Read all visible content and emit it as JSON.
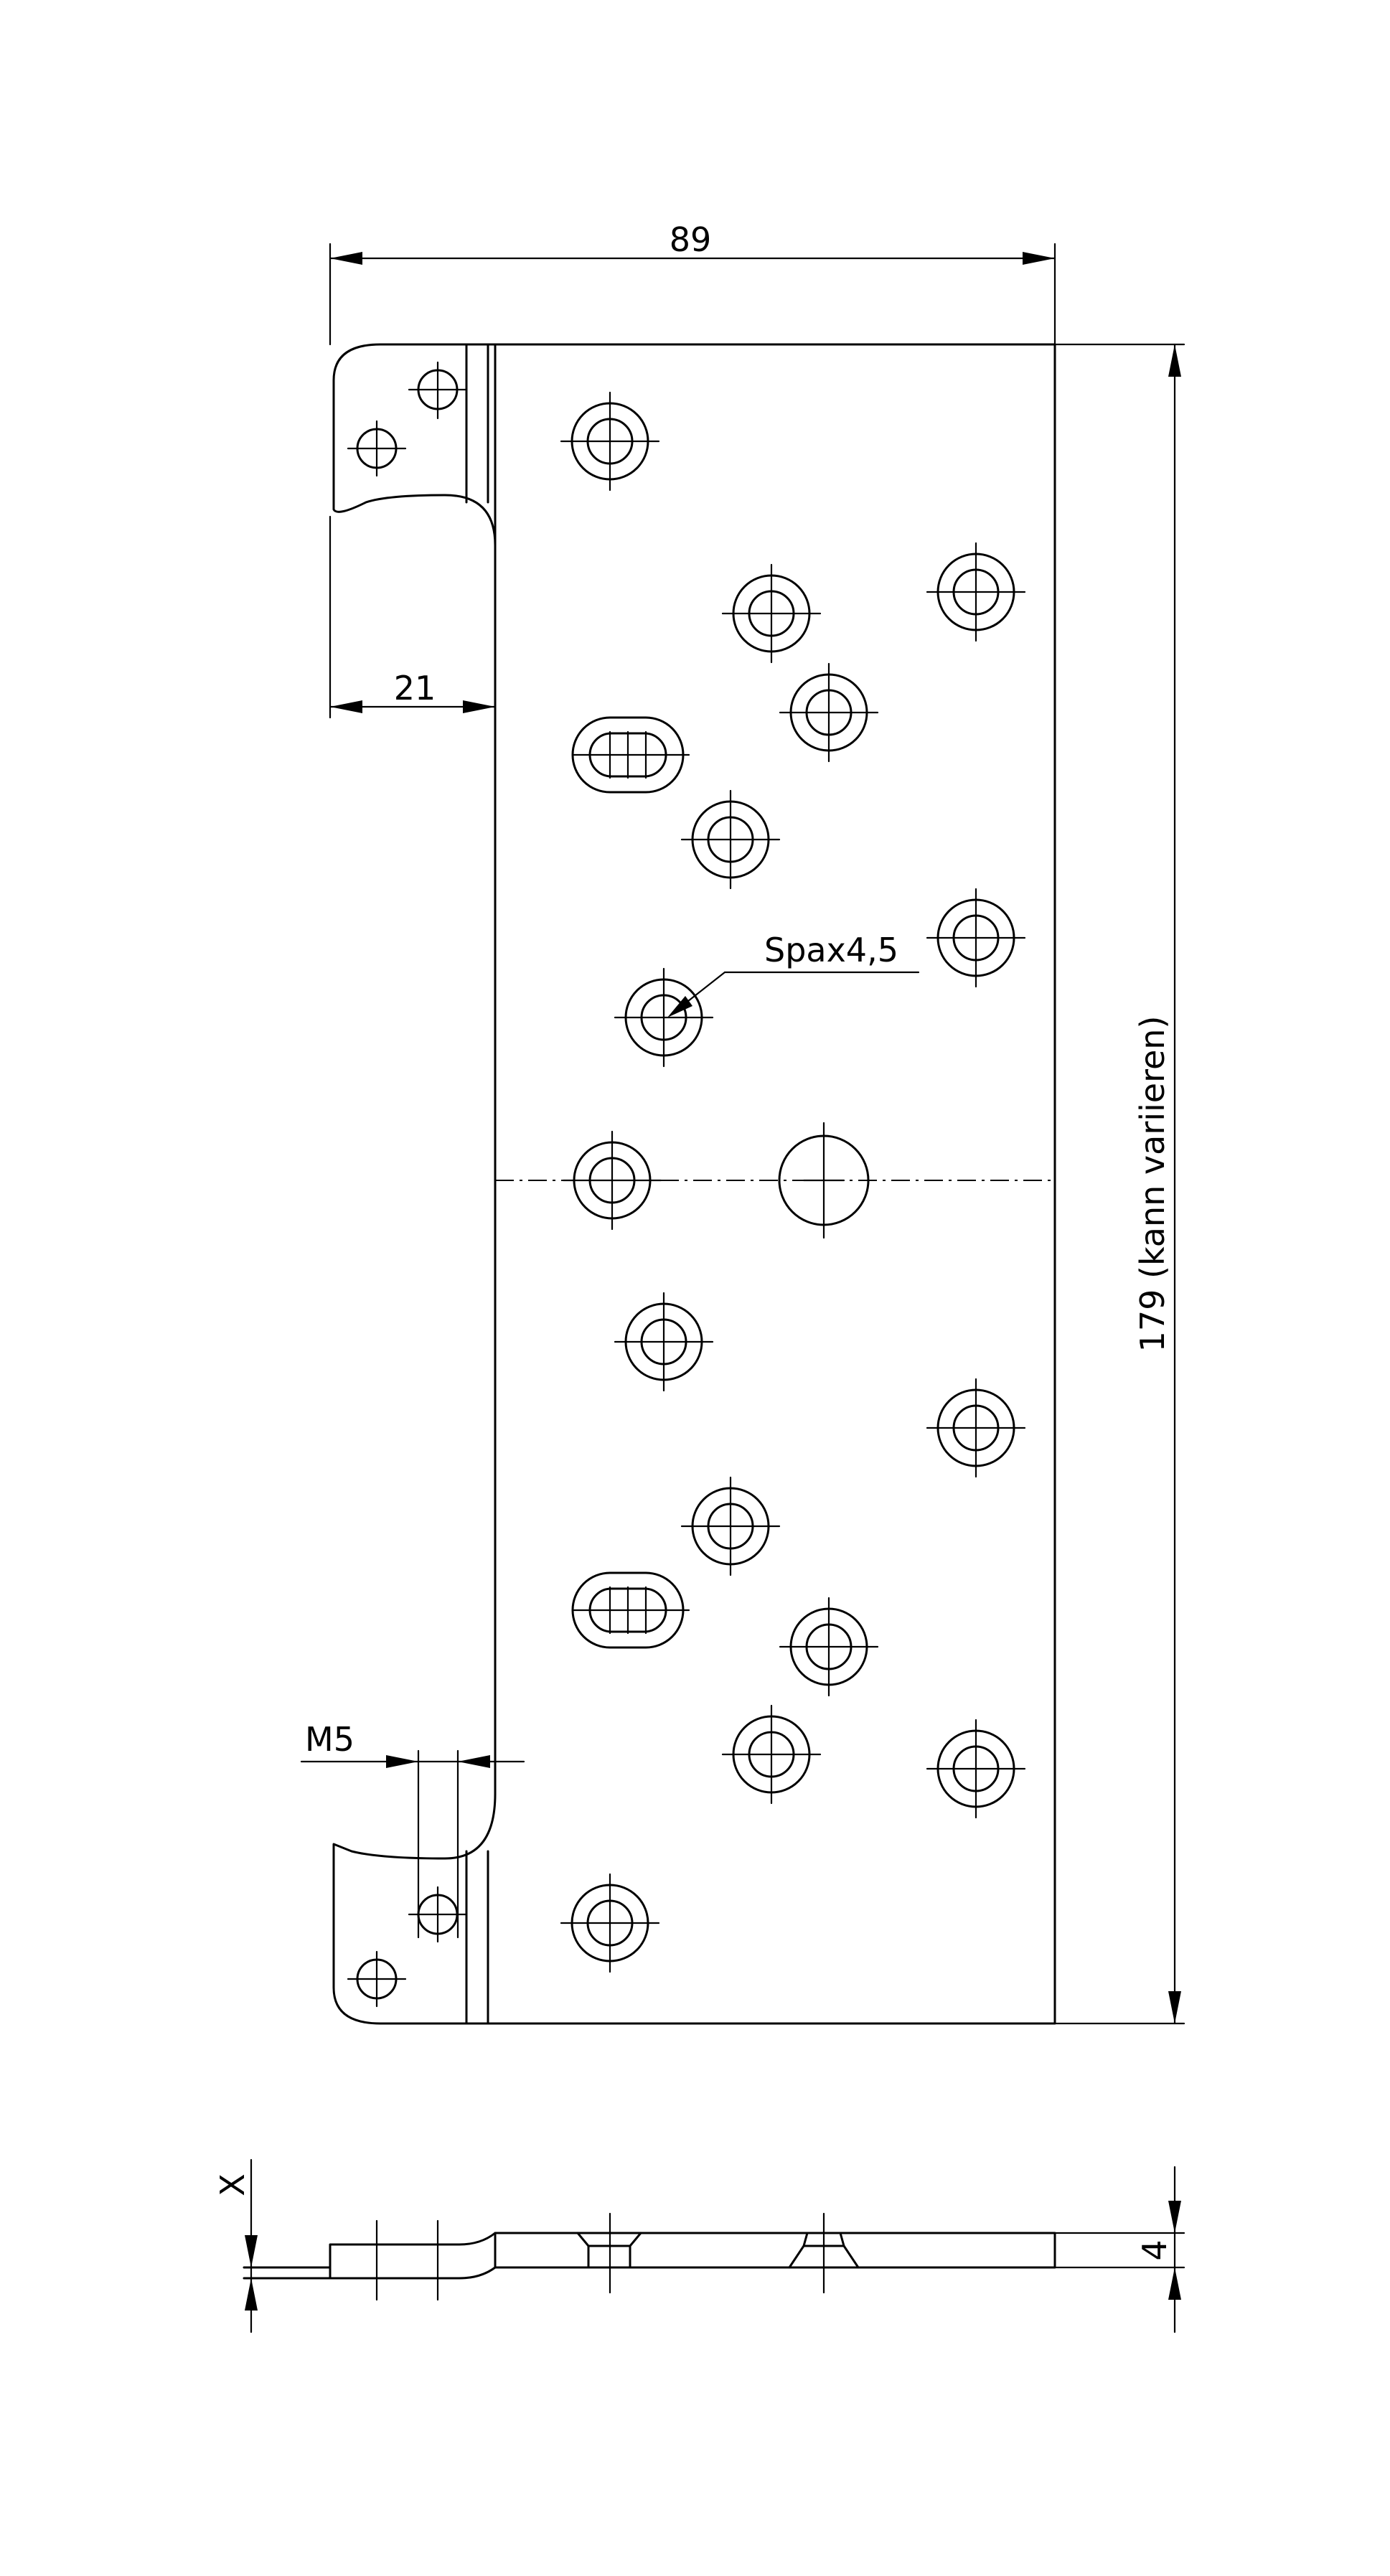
{
  "drawing": {
    "dimensions": {
      "width": "89",
      "tab_width": "21",
      "thread": "M5",
      "height": "179 (kann variieren)",
      "thickness": "4",
      "offset": "X"
    },
    "annotations": {
      "screw": "Spax4,5"
    }
  }
}
